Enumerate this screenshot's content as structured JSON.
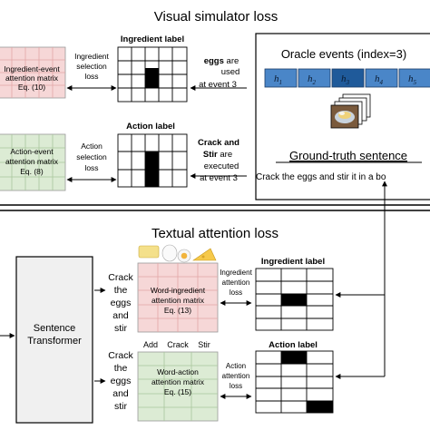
{
  "colors": {
    "pink_fill": "#f6d7d7",
    "pink_grid": "#e2a6a6",
    "green_fill": "#dcebd4",
    "green_grid": "#a8c69c",
    "event_fill": "#4a86c8",
    "event_fill_active": "#1f5a9a",
    "black": "#000000",
    "grey_frame": "#555555"
  },
  "visual_section": {
    "title": "Visual simulator loss",
    "ingredient_matrix": {
      "line1": "Ingredient-event",
      "line2": "attention matrix",
      "line3": "Eq. (10)"
    },
    "ingredient_loss": {
      "line1": "Ingredient",
      "line2": "selection",
      "line3": "loss"
    },
    "ingredient_label_title": "Ingredient label",
    "ingredient_desc": {
      "bold": "eggs",
      "rest1": " are",
      "line2": "used",
      "line3": "at event 3"
    },
    "action_matrix": {
      "line1": "Action-event",
      "line2": "attention matrix",
      "line3": "Eq. (8)"
    },
    "action_loss": {
      "line1": "Action",
      "line2": "selection",
      "line3": "loss"
    },
    "action_label_title": "Action label",
    "action_desc": {
      "line1_bold": "Crack and",
      "line2_bold": "Stir",
      "line2_rest": " are",
      "line3": "executed",
      "line4": "at event 3"
    },
    "oracle_title": "Oracle events (index=3)",
    "events": [
      {
        "base": "h",
        "sub": "1"
      },
      {
        "base": "h",
        "sub": "2"
      },
      {
        "base": "h",
        "sub": "3"
      },
      {
        "base": "h",
        "sub": "4"
      },
      {
        "base": "h",
        "sub": "5"
      }
    ],
    "active_event_index": 2,
    "gt_title": "Ground-truth sentence",
    "gt_sentence": "Crack the eggs and stir it in a bo"
  },
  "textual_section": {
    "title": "Textual attention loss",
    "transformer": {
      "line1": "Sentence",
      "line2": "Transformer"
    },
    "sentence_words": [
      "Crack",
      "the",
      "eggs",
      "and",
      "stir"
    ],
    "word_ingredient_matrix": {
      "line1": "Word-ingredient",
      "line2": "attention matrix",
      "line3": "Eq. (13)"
    },
    "ingredient_attention_loss": {
      "line1": "Ingredient",
      "line2": "attention",
      "line3": "loss"
    },
    "ingredient_label_title": "Ingredient label",
    "action_headers": [
      "Add",
      "Crack",
      "Stir"
    ],
    "word_action_matrix": {
      "line1": "Word-action",
      "line2": "attention matrix",
      "line3": "Eq. (15)"
    },
    "action_attention_loss": {
      "line1": "Action",
      "line2": "attention",
      "line3": "loss"
    },
    "action_label_title": "Action label"
  }
}
